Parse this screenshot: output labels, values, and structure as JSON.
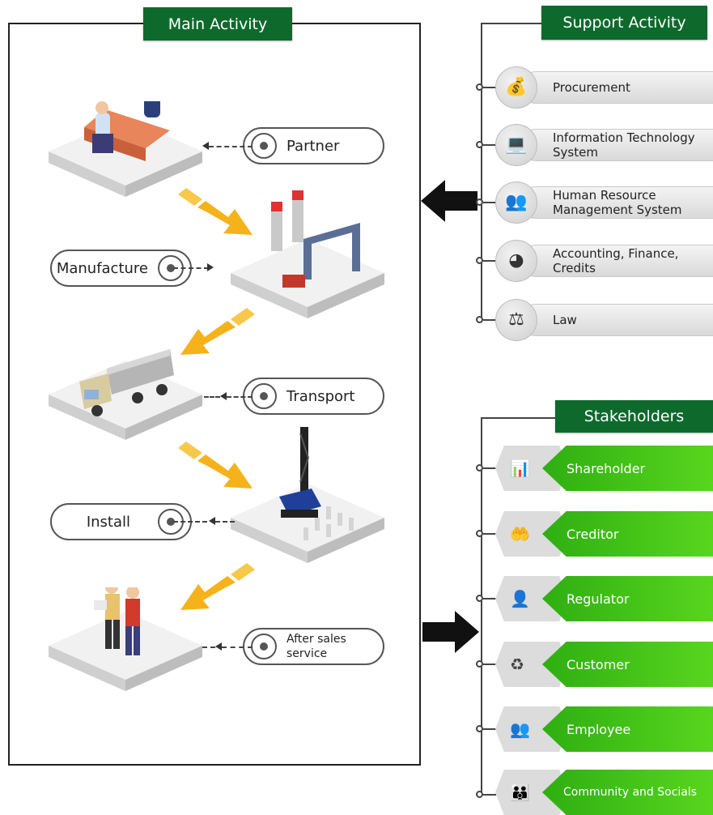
{
  "main_activity": {
    "title": "Main Activity",
    "steps": [
      {
        "label": "Partner"
      },
      {
        "label": "Manufacture"
      },
      {
        "label": "Transport"
      },
      {
        "label": "Install"
      },
      {
        "label": "After sales service",
        "lines": [
          "After sales",
          "service"
        ]
      }
    ]
  },
  "support_activity": {
    "title": "Support Activity",
    "items": [
      {
        "lines": [
          "Procurement"
        ],
        "icon": "money-bag-icon"
      },
      {
        "lines": [
          "Information Technology",
          "System"
        ],
        "icon": "laptop-icon"
      },
      {
        "lines": [
          "Human Resource",
          "Management System"
        ],
        "icon": "people-money-icon"
      },
      {
        "lines": [
          "Accounting, Finance,",
          "Credits"
        ],
        "icon": "pie-chart-icon"
      },
      {
        "lines": [
          "Law"
        ],
        "icon": "scales-icon"
      }
    ]
  },
  "stakeholders": {
    "title": "Stakeholders",
    "items": [
      {
        "label": "Shareholder",
        "icon": "growth-chart-icon"
      },
      {
        "label": "Creditor",
        "icon": "hand-coin-icon"
      },
      {
        "label": "Regulator",
        "icon": "presenter-icon"
      },
      {
        "label": "Customer",
        "icon": "customer-cycle-icon"
      },
      {
        "label": "Employee",
        "icon": "group-icon"
      },
      {
        "label": "Community and Socials",
        "icon": "network-people-icon"
      }
    ]
  },
  "colors": {
    "header_green": "#0d6a2c",
    "stakeholder_green": "#3fbf16",
    "arrow_yellow": "#f5b21a"
  }
}
